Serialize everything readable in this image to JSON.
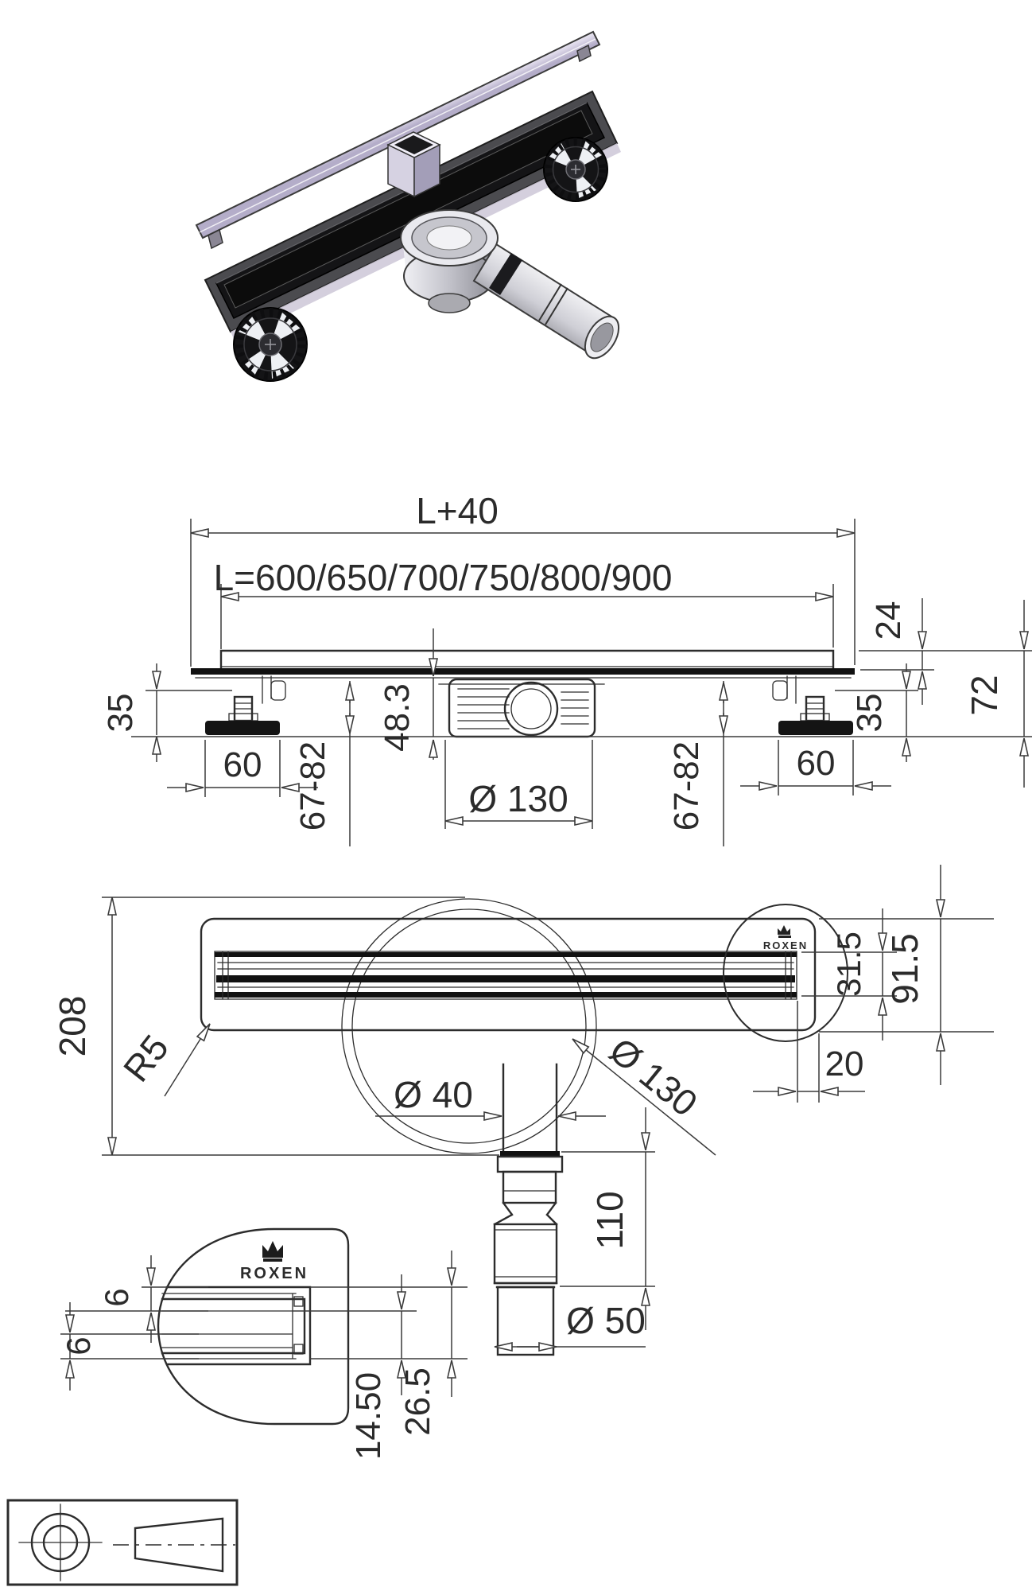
{
  "title": "Linear shower drain technical drawing",
  "brand": {
    "name": "ROXEN"
  },
  "colors": {
    "line": "#2c2c2c",
    "dim": "#3a3a3a",
    "black_fill": "#111111",
    "metal_light": "#e9e9ee",
    "rail_tint": "#d8d3e6"
  },
  "front": {
    "l_total": "L+40",
    "l_options": "L=600/650/700/750/800/900",
    "edge_height": "24",
    "total_height": "72",
    "foot_height_left": "35",
    "foot_height_right": "35",
    "foot_width_left": "60",
    "foot_width_right": "60",
    "adjust_left": "67-82",
    "adjust_right": "67-82",
    "trap_depth": "48.3",
    "flange_dia": "Ø 130"
  },
  "plan": {
    "body_width": "208",
    "corner_radius": "R5",
    "flange_dia": "Ø 130",
    "slot_width": "31.5",
    "edge_width": "91.5",
    "end_gap": "20",
    "logo": "ROXEN"
  },
  "outlet": {
    "dia_top": "Ø 40",
    "height": "110",
    "dia_bottom": "Ø 50"
  },
  "detail": {
    "logo": "ROXEN",
    "thickness_top": "6",
    "thickness_side": "6",
    "depth_inner": "14.50",
    "depth_outer": "26.5"
  }
}
